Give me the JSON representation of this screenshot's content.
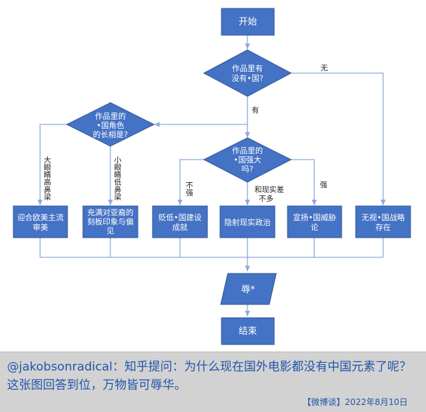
{
  "flowchart": {
    "start": "开始",
    "q1": [
      "作品里有",
      "没有•国?"
    ],
    "q1_no": "无",
    "q1_yes": "有",
    "q2": [
      "作品里的",
      "•国角色",
      "的长相是?"
    ],
    "q2_left": "大眼睛高鼻梁",
    "q2_right": "小眼睛低鼻梁",
    "q3": [
      "作品里的",
      "•国强大",
      "吗?"
    ],
    "q3_left": "不强",
    "q3_mid": [
      "和现实差",
      "不多"
    ],
    "q3_right": "强",
    "box_western": [
      "迎合欧美主流",
      "审美"
    ],
    "box_stereotype": [
      "充满对亚裔的",
      "刻板印象与偏",
      "见"
    ],
    "box_belittle": [
      "贬低•国建设",
      "成就"
    ],
    "box_hidden": [
      "隐射现实政治"
    ],
    "box_threat": [
      "宣扬•国威胁",
      "论"
    ],
    "box_ignore": [
      "无视•国战略",
      "存在"
    ],
    "insult": "辱*",
    "end": "结束"
  },
  "caption": {
    "text": "@jakobsonradical：知乎提问：为什么现在国外电影都没有中国元素了呢？这张图回答到位，万物皆可辱华。",
    "footer": "【微博谈】2022年8月10日"
  },
  "colors": {
    "node_fill": "#4472c4",
    "node_stroke": "#2f5597",
    "line": "#8faadc",
    "caption_bg": "#d2d2d2",
    "caption_text": "#2255aa"
  }
}
